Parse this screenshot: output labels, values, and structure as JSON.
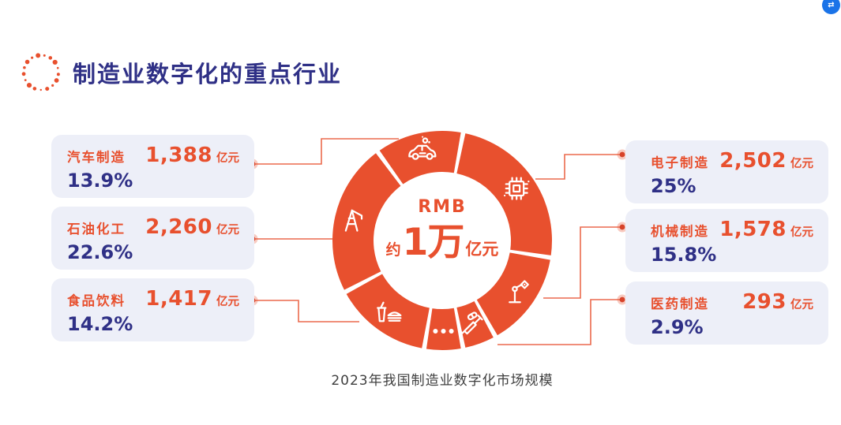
{
  "header": {
    "title": "制造业数字化的重点行业",
    "icon": "dotted-circle-icon"
  },
  "corner_badge": {
    "icon": "blue-circle-badge-icon",
    "glyph": "⇄",
    "color": "#1A73E8"
  },
  "cards": {
    "left": [
      {
        "label": "汽车制造",
        "value": "1,388",
        "unit": "亿元",
        "percent": "13.9%"
      },
      {
        "label": "石油化工",
        "value": "2,260",
        "unit": "亿元",
        "percent": "22.6%"
      },
      {
        "label": "食品饮料",
        "value": "1,417",
        "unit": "亿元",
        "percent": "14.2%"
      }
    ],
    "right": [
      {
        "label": "电子制造",
        "value": "2,502",
        "unit": "亿元",
        "percent": "25%"
      },
      {
        "label": "机械制造",
        "value": "1,578",
        "unit": "亿元",
        "percent": "15.8%"
      },
      {
        "label": "医药制造",
        "value": "293",
        "unit": "亿元",
        "percent": "2.9%"
      }
    ]
  },
  "donut_center": {
    "line1": "RMB",
    "prefix": "约",
    "big": "1万",
    "suffix": "亿元"
  },
  "caption": {
    "text": "2023年我国制造业数字化市场规模"
  },
  "chart_data": {
    "type": "pie",
    "subtype": "donut",
    "title": "2023年我国制造业数字化市场规模",
    "center_label": "RMB 约1万亿元",
    "unit": "亿元",
    "ring_color": "#E8502E",
    "gap_color": "#FFFFFF",
    "total_label": "约1万亿元",
    "segments": [
      {
        "name": "电子制造",
        "value": 2502,
        "percent": 25,
        "icon": "chip-icon",
        "arc_deg": [
          11,
          99
        ]
      },
      {
        "name": "机械制造",
        "value": 1578,
        "percent": 15.8,
        "icon": "robot-arm-icon",
        "arc_deg": [
          99,
          151
        ]
      },
      {
        "name": "医药制造",
        "value": 293,
        "percent": 2.9,
        "icon": "syringe-icon",
        "arc_deg": [
          151,
          169
        ]
      },
      {
        "name": "…",
        "value": null,
        "percent": null,
        "icon": "ellipsis-icon",
        "arc_deg": [
          169,
          189.5
        ]
      },
      {
        "name": "食品饮料",
        "value": 1417,
        "percent": 14.2,
        "icon": "food-drink-icon",
        "arc_deg": [
          189.5,
          242
        ]
      },
      {
        "name": "石油化工",
        "value": 2260,
        "percent": 22.6,
        "icon": "oil-derrick-icon",
        "arc_deg": [
          242,
          324
        ]
      },
      {
        "name": "汽车制造",
        "value": 1388,
        "percent": 13.9,
        "icon": "car-icon",
        "arc_deg": [
          324,
          371
        ]
      }
    ]
  },
  "colors": {
    "accent_red": "#E8502E",
    "navy": "#2F3086",
    "card_bg": "#EDEFF8",
    "connector": "#E8502E",
    "caption_text": "#3F3F3F"
  }
}
